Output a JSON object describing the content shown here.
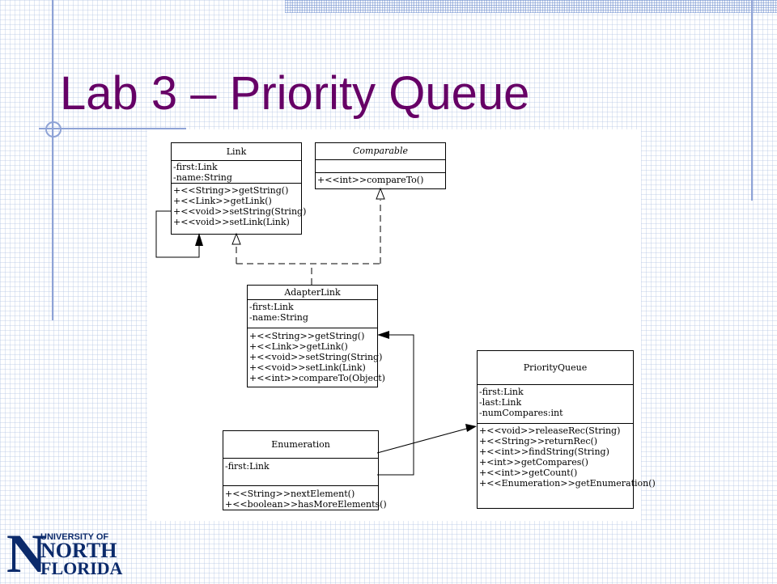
{
  "slide": {
    "title": "Lab 3 – Priority Queue",
    "accent_color": "#660066",
    "grid_color": "#8fa3d6"
  },
  "diagram": {
    "classes": {
      "link": {
        "name": "Link",
        "attributes": [
          "-first:Link",
          "-name:String"
        ],
        "operations": [
          "+<<String>>getString()",
          "+<<Link>>getLink()",
          "+<<void>>setString(String)",
          "+<<void>>setLink(Link)"
        ]
      },
      "comparable": {
        "name": "Comparable",
        "attributes": [],
        "operations": [
          "+<<int>>compareTo()"
        ]
      },
      "adapter_link": {
        "name": "AdapterLink",
        "attributes": [
          "-first:Link",
          "-name:String"
        ],
        "operations": [
          "+<<String>>getString()",
          "+<<Link>>getLink()",
          "+<<void>>setString(String)",
          "+<<void>>setLink(Link)",
          "+<<int>>compareTo(Object)"
        ]
      },
      "priority_queue": {
        "name": "PriorityQueue",
        "attributes": [
          "-first:Link",
          "-last:Link",
          "-numCompares:int"
        ],
        "operations": [
          "+<<void>>releaseRec(String)",
          "+<<String>>returnRec()",
          "+<<int>>findString(String)",
          "+<int>>getCompares()",
          "+<<int>>getCount()",
          "+<<Enumeration>>getEnumeration()"
        ]
      },
      "enumeration": {
        "name": "Enumeration",
        "attributes": [
          "-first:Link"
        ],
        "operations": [
          "+<<String>>nextElement()",
          "+<<boolean>>hasMoreElements()"
        ]
      }
    }
  },
  "logo": {
    "big_letter": "N",
    "line1": "UNIVERSITY OF",
    "line2": "NORTH",
    "line3": "FLORIDA"
  }
}
